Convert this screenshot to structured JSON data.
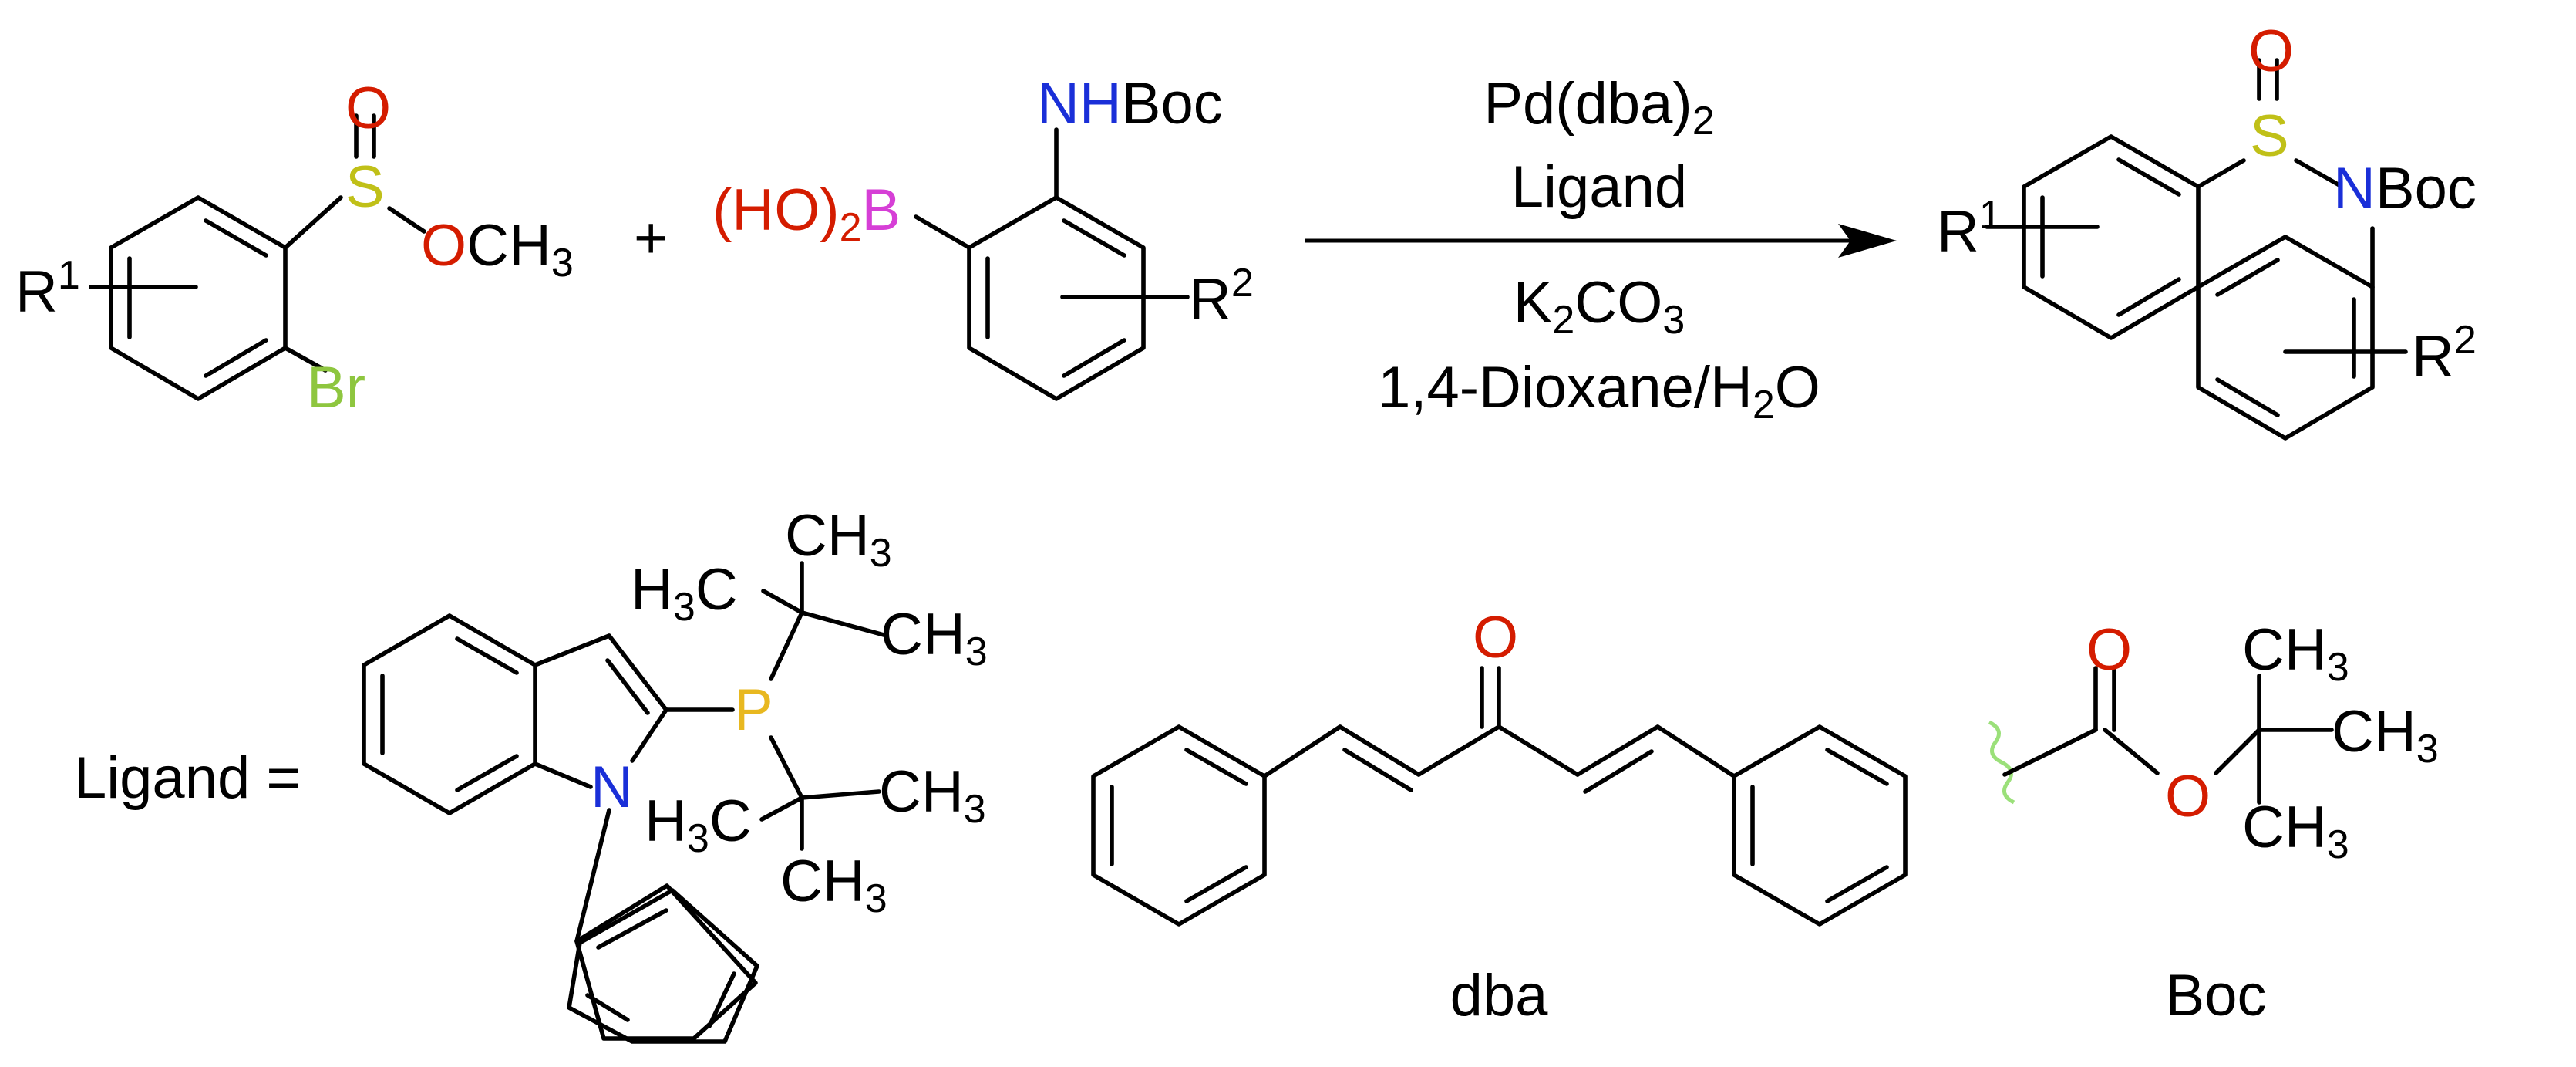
{
  "colors": {
    "black": "#000000",
    "oxygen": "#d41c00",
    "sulfur": "#c0c018",
    "nitrogen": "#1a2fd8",
    "bromine": "#8ec63f",
    "boron": "#d63fd6",
    "phosphorus": "#e8b820",
    "wavy": "#9be07a"
  },
  "reactant1": {
    "r1": "R",
    "r1_sup": "1",
    "s": "S",
    "o_double": "O",
    "o_ester": "O",
    "ch3": "CH",
    "ch3_sub": "3",
    "br": "Br"
  },
  "plus": "+",
  "reactant2": {
    "nh": "NH",
    "boc": "Boc",
    "ho_paren": "(HO)",
    "ho_sub": "2",
    "b": "B",
    "r2": "R",
    "r2_sup": "2"
  },
  "conditions": {
    "cat": "Pd(dba)",
    "cat_sub": "2",
    "ligand": "Ligand",
    "base_k": "K",
    "base_k_sub": "2",
    "base_co": "CO",
    "base_co_sub": "3",
    "solvent": "1,4-Dioxane/H",
    "solvent_sub": "2",
    "solvent_o": "O"
  },
  "product": {
    "o": "O",
    "s": "S",
    "n": "N",
    "boc": "Boc",
    "r1": "R",
    "r1_sup": "1",
    "r2": "R",
    "r2_sup": "2"
  },
  "ligand_structure": {
    "label": "Ligand =",
    "p": "P",
    "n": "N",
    "ch3_top": "CH",
    "ch3_top_sub": "3",
    "h3c_upper": "H",
    "h3c_upper_sub": "3",
    "h3c_upper_c": "C",
    "ch3_upper_right": "CH",
    "ch3_upper_right_sub": "3",
    "h3c_lower": "H",
    "h3c_lower_sub": "3",
    "h3c_lower_c": "C",
    "ch3_lower_right": "CH",
    "ch3_lower_right_sub": "3",
    "ch3_bottom": "CH",
    "ch3_bottom_sub": "3"
  },
  "dba": {
    "o": "O",
    "caption": "dba"
  },
  "boc_group": {
    "o_double": "O",
    "o_ester": "O",
    "ch3_top": "CH",
    "ch3_top_sub": "3",
    "ch3_mid": "CH",
    "ch3_mid_sub": "3",
    "ch3_bot": "CH",
    "ch3_bot_sub": "3",
    "caption": "Boc"
  }
}
